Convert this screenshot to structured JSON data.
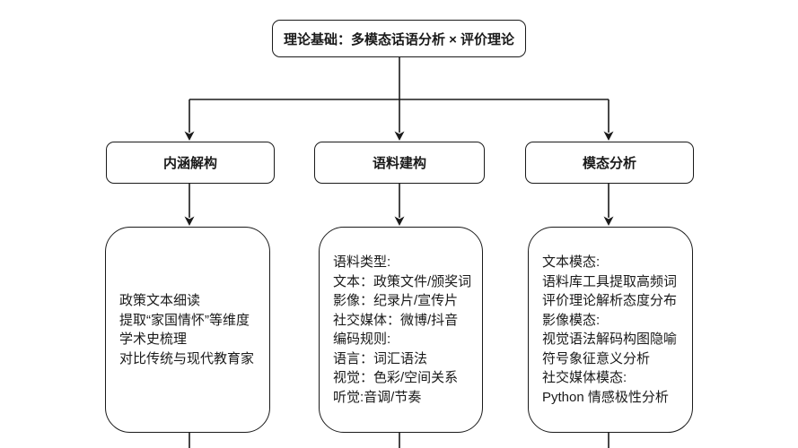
{
  "diagram": {
    "root_label": "理论基础：多模态话语分析 × 评价理论",
    "branches": [
      {
        "title": "内涵解构",
        "details": [
          "政策文本细读",
          "提取“家国情怀”等维度",
          "学术史梳理",
          "对比传统与现代教育家"
        ]
      },
      {
        "title": "语料建构",
        "details": [
          "语料类型:",
          "文本：政策文件/颁奖词",
          "影像：纪录片/宣传片",
          "社交媒体：微博/抖音",
          "编码规则:",
          "语言：词汇语法",
          "视觉：色彩/空间关系",
          "听觉:音调/节奏"
        ]
      },
      {
        "title": "模态分析",
        "details": [
          "文本模态:",
          "语料库工具提取高频词",
          "评价理论解析态度分布",
          "影像模态:",
          "视觉语法解码构图隐喻",
          "符号象征意义分析",
          "社交媒体模态:",
          "Python 情感极性分析"
        ]
      }
    ],
    "colors": {
      "stroke": "#1a1a1a",
      "background": "#ffffff"
    }
  }
}
